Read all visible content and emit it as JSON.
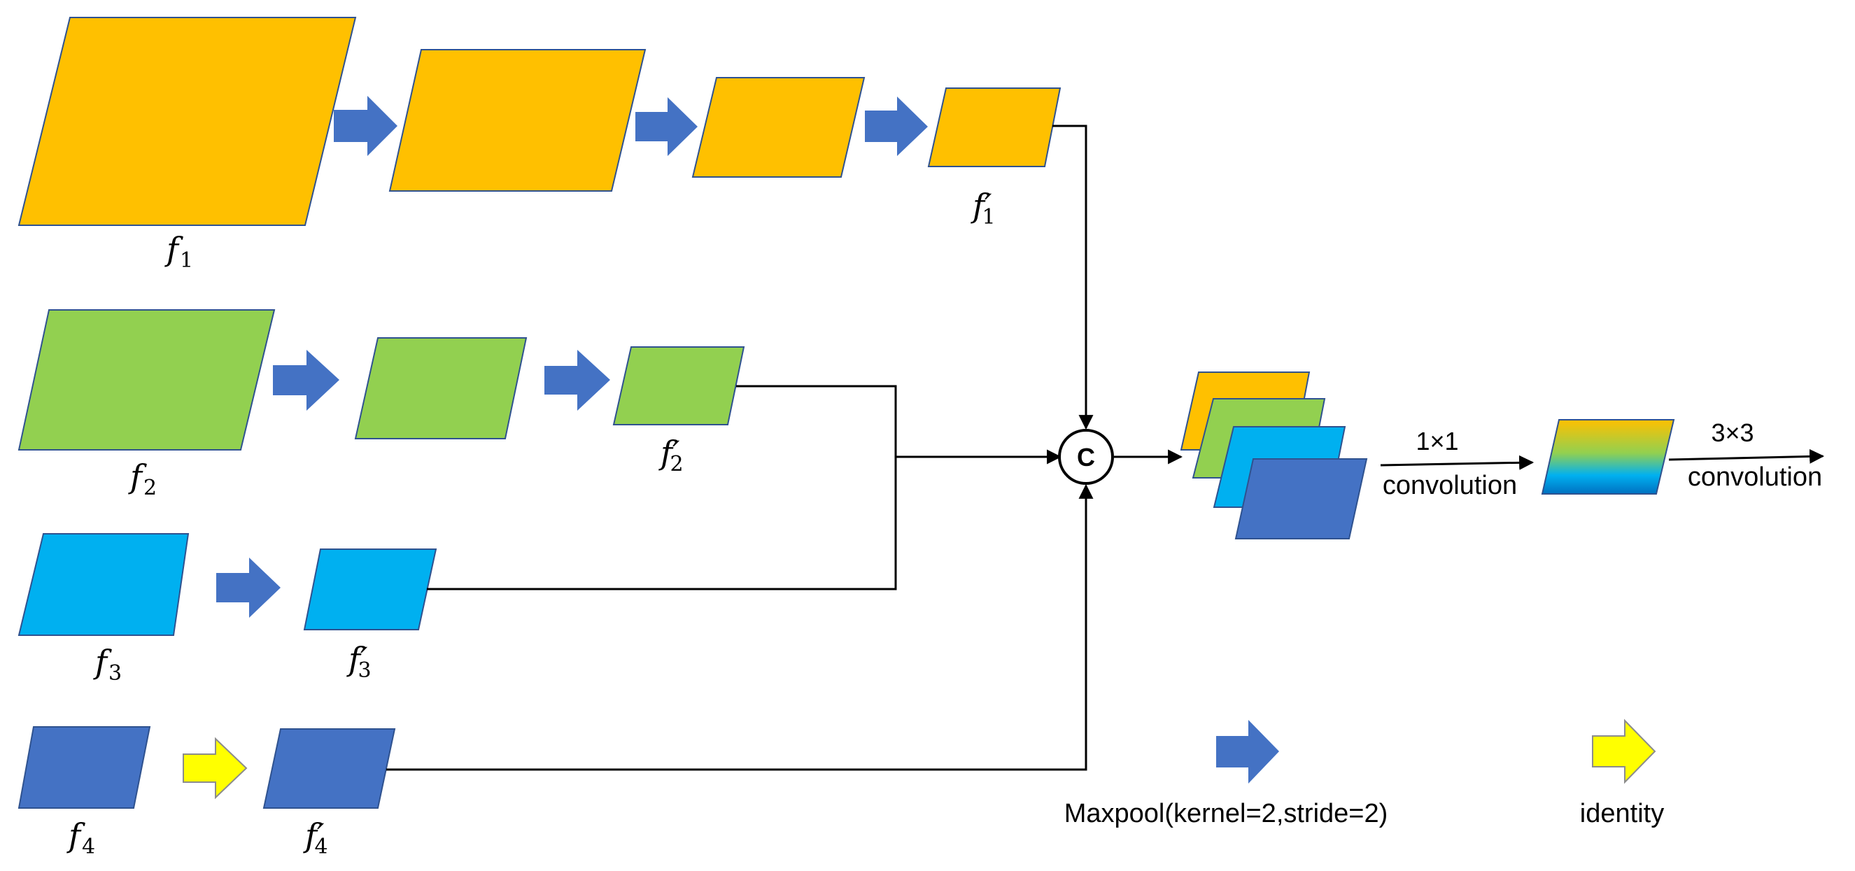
{
  "colors": {
    "orange": "#FFC000",
    "green": "#92D050",
    "cyan": "#00B0F0",
    "blue": "#4472C4",
    "yellow": "#FFFF00",
    "stroke": "#2F528F",
    "line": "#000000"
  },
  "labels": {
    "f1": "f",
    "f1_sub": "1",
    "f2": "f",
    "f2_sub": "2",
    "f3": "f",
    "f3_sub": "3",
    "f4": "f",
    "f4_sub": "4",
    "f1p": "f′",
    "f1p_sub": "1",
    "f2p": "f′",
    "f2p_sub": "2",
    "f3p": "f′",
    "f3p_sub": "3",
    "f4p": "f′",
    "f4p_sub": "4"
  },
  "concat_symbol": "C",
  "conv1": {
    "kernel": "1×1",
    "name": "convolution"
  },
  "conv3": {
    "kernel": "3×3",
    "name": "convolution"
  },
  "legend": {
    "maxpool_icon": "blue-arrow-icon",
    "maxpool_label": "Maxpool(kernel=2,stride=2)",
    "identity_icon": "yellow-arrow-icon",
    "identity_label": "identity"
  }
}
